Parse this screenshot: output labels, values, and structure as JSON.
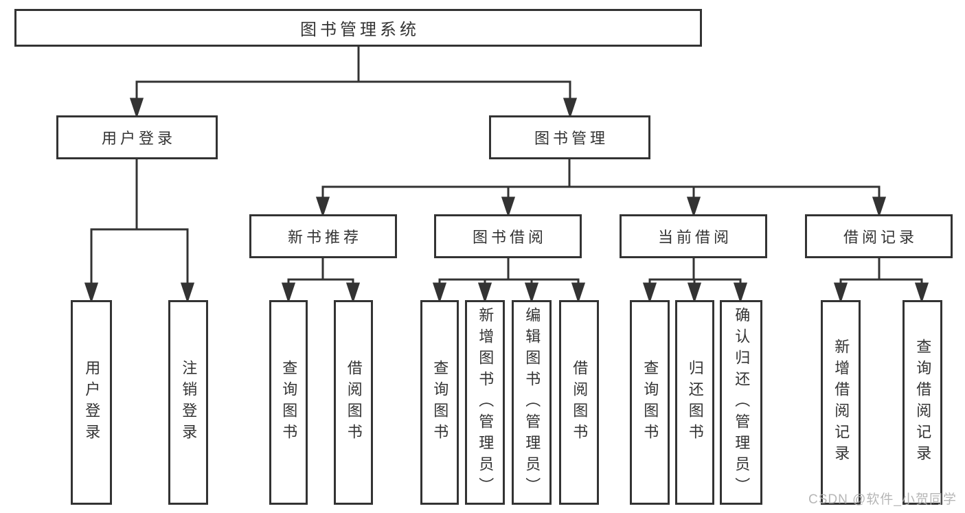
{
  "diagram": {
    "kind": "hierarchy-chart",
    "colors": {
      "line": "#333333",
      "box_border": "#333333",
      "text": "#333333",
      "background": "#ffffff",
      "watermark": "#b0b0b0"
    },
    "tree": {
      "label": "图书管理系统",
      "children": [
        {
          "label": "用户登录",
          "children": [
            {
              "label": "用户登录"
            },
            {
              "label": "注销登录"
            }
          ]
        },
        {
          "label": "图书管理",
          "children": [
            {
              "label": "新书推荐",
              "children": [
                {
                  "label": "查询图书"
                },
                {
                  "label": "借阅图书"
                }
              ]
            },
            {
              "label": "图书借阅",
              "children": [
                {
                  "label": "查询图书"
                },
                {
                  "label": "新增图书（管理员）"
                },
                {
                  "label": "编辑图书（管理员）"
                },
                {
                  "label": "借阅图书"
                }
              ]
            },
            {
              "label": "当前借阅",
              "children": [
                {
                  "label": "查询图书"
                },
                {
                  "label": "归还图书"
                },
                {
                  "label": "确认归还（管理员）"
                }
              ]
            },
            {
              "label": "借阅记录",
              "children": [
                {
                  "label": "新增借阅记录"
                },
                {
                  "label": "查询借阅记录"
                }
              ]
            }
          ]
        }
      ]
    },
    "watermark": {
      "text": "CSDN @软件_小贺同学"
    }
  }
}
